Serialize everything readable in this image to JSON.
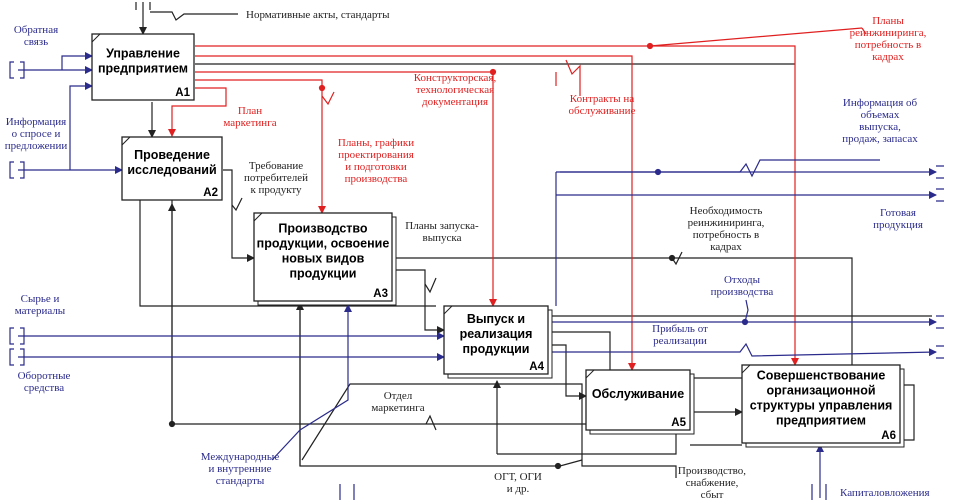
{
  "colors": {
    "black": "#222222",
    "red": "#e02020",
    "blue": "#2b2b8c",
    "blue_text": "#2b2b8c"
  },
  "boxes": [
    {
      "id": "A1",
      "lines": [
        "Управление",
        "предприятием"
      ]
    },
    {
      "id": "A2",
      "lines": [
        "Проведение",
        "исследований"
      ]
    },
    {
      "id": "A3",
      "lines": [
        "Производство",
        "продукции, освоение",
        "новых видов",
        "продукции"
      ]
    },
    {
      "id": "A4",
      "lines": [
        "Выпуск и",
        "реализация",
        "продукции"
      ]
    },
    {
      "id": "A5",
      "lines": [
        "Обслуживание"
      ]
    },
    {
      "id": "A6",
      "lines": [
        "Совершенствование",
        "организационной",
        "структуры управления",
        "предприятием"
      ]
    }
  ],
  "labels": {
    "normative": [
      "Нормативные акты, стандарты"
    ],
    "feedback": [
      "Обратная",
      "связь"
    ],
    "info_demand": [
      "Информация",
      "о спросе и",
      "предложении"
    ],
    "raw": [
      "Сырье и",
      "материалы"
    ],
    "working_capital": [
      "Оборотные",
      "средства"
    ],
    "intl_standards": [
      "Международные",
      "и внутренние",
      "стандарты"
    ],
    "reengineering_top": [
      "Планы",
      "реинжиниринга,",
      "потребность в",
      "кадрах"
    ],
    "design_docs": [
      "Конструкторская,",
      "технологическая",
      "документация"
    ],
    "service_contracts": [
      "Контракты на",
      "обслуживание"
    ],
    "marketing_plan": [
      "План",
      "маркетинга"
    ],
    "production_plans": [
      "Планы, графики",
      "проектирования",
      "и подготовки",
      "производства"
    ],
    "consumer_req": [
      "Требование",
      "потребителей",
      "к продукту"
    ],
    "launch_plans": [
      "Планы запуска-",
      "выпуска"
    ],
    "volume_info": [
      "Информация об",
      "объемах",
      "выпуска,",
      "продаж, запасах"
    ],
    "finished": [
      "Готовая",
      "продукция"
    ],
    "reeng_need": [
      "Необходимость",
      "реинжиниринга,",
      "потребность в",
      "кадрах"
    ],
    "waste": [
      "Отходы",
      "производства"
    ],
    "profit": [
      "Прибыль от",
      "реализации"
    ],
    "marketing_dept": [
      "Отдел",
      "маркетинга"
    ],
    "ogt": [
      "ОГТ, ОГИ",
      "и др."
    ],
    "production_supply": [
      "Производство,",
      "снабжение,",
      "сбыт"
    ],
    "capital": [
      "Капиталовложения"
    ]
  }
}
